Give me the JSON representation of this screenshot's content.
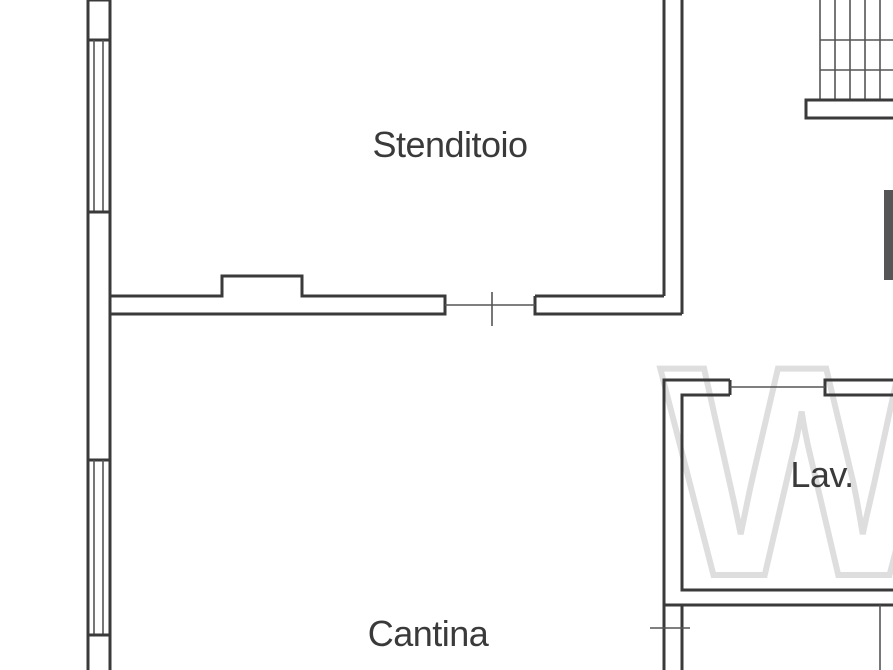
{
  "rooms": [
    {
      "id": "stenditoio",
      "label": "Stenditoio"
    },
    {
      "id": "cantina",
      "label": "Cantina"
    },
    {
      "id": "lav",
      "label": "Lav."
    }
  ],
  "watermark": {
    "text": "W"
  }
}
